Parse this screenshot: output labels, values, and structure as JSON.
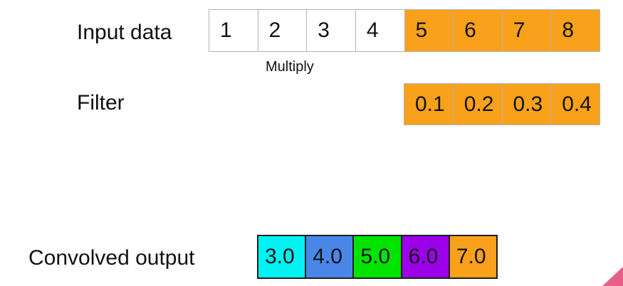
{
  "labels": {
    "input_data": "Input data",
    "multiply": "Multiply",
    "filter": "Filter",
    "convolved_output": "Convolved output"
  },
  "input_row": {
    "cells": [
      {
        "value": "1",
        "highlighted": false
      },
      {
        "value": "2",
        "highlighted": false
      },
      {
        "value": "3",
        "highlighted": false
      },
      {
        "value": "4",
        "highlighted": false
      },
      {
        "value": "5",
        "highlighted": true
      },
      {
        "value": "6",
        "highlighted": true
      },
      {
        "value": "7",
        "highlighted": true
      },
      {
        "value": "8",
        "highlighted": true
      }
    ]
  },
  "filter_row": {
    "cells": [
      {
        "value": "0.1"
      },
      {
        "value": "0.2"
      },
      {
        "value": "0.3"
      },
      {
        "value": "0.4"
      }
    ]
  },
  "output_row": {
    "cells": [
      {
        "value": "3.0",
        "color": "#00f2f2"
      },
      {
        "value": "4.0",
        "color": "#4a86e8"
      },
      {
        "value": "5.0",
        "color": "#00e400"
      },
      {
        "value": "6.0",
        "color": "#9b00e8"
      },
      {
        "value": "7.0",
        "color": "#f9a11b"
      }
    ]
  },
  "colors": {
    "highlight_orange": "#f9a11b",
    "grid_border": "#b3b3b3",
    "output_border": "#1f1f1f",
    "corner_accent_pink": "#e85e8a",
    "background": "#ffffff"
  }
}
